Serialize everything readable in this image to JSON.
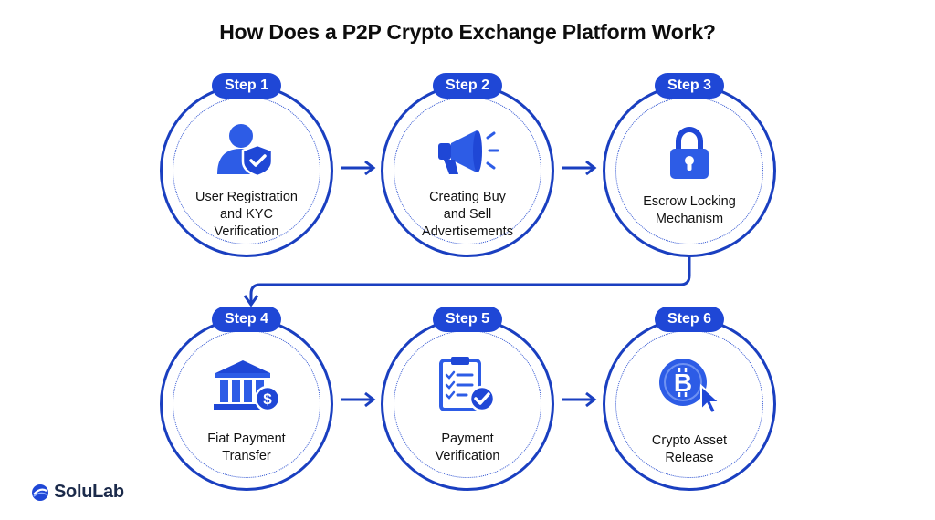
{
  "title": "How Does a P2P Crypto Exchange Platform Work?",
  "steps": [
    {
      "badge": "Step 1",
      "lines": [
        "User Registration",
        "and KYC",
        "Verification"
      ],
      "icon": "user-shield-icon"
    },
    {
      "badge": "Step 2",
      "lines": [
        "Creating Buy",
        "and Sell",
        "Advertisements"
      ],
      "icon": "megaphone-icon"
    },
    {
      "badge": "Step 3",
      "lines": [
        "Escrow Locking",
        "Mechanism"
      ],
      "icon": "padlock-icon"
    },
    {
      "badge": "Step 4",
      "lines": [
        "Fiat Payment",
        "Transfer"
      ],
      "icon": "bank-dollar-icon"
    },
    {
      "badge": "Step 5",
      "lines": [
        "Payment",
        "Verification"
      ],
      "icon": "clipboard-check-icon"
    },
    {
      "badge": "Step 6",
      "lines": [
        "Crypto Asset",
        "Release"
      ],
      "icon": "bitcoin-cursor-icon"
    }
  ],
  "logo": {
    "text": "SoluLab"
  },
  "colors": {
    "primary": "#1f47d6",
    "ring": "#1a3fc0",
    "icon": "#2563eb"
  }
}
